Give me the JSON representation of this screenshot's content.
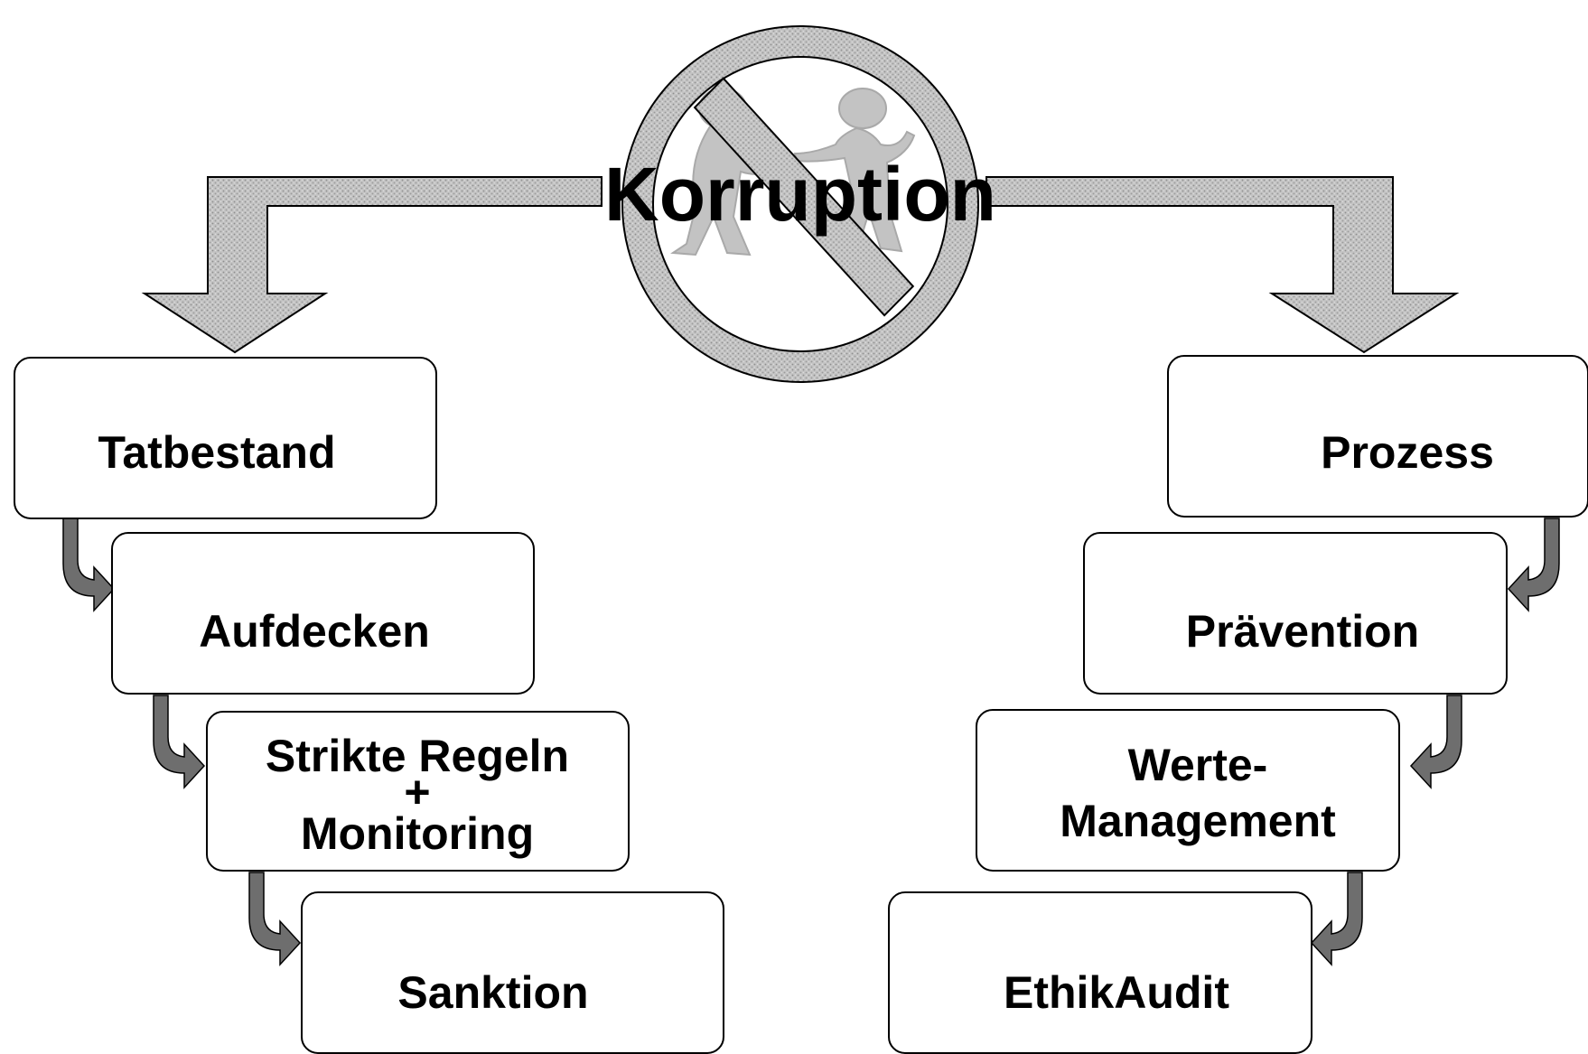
{
  "title": "Korruption",
  "left_column": [
    {
      "label_lines": [
        "Tatbestand"
      ]
    },
    {
      "label_lines": [
        "Aufdecken"
      ]
    },
    {
      "label_lines": [
        "Strikte Regeln",
        "+",
        "Monitoring"
      ]
    },
    {
      "label_lines": [
        "Sanktion"
      ]
    }
  ],
  "right_column": [
    {
      "label_lines": [
        "Prozess"
      ]
    },
    {
      "label_lines": [
        "Prävention"
      ]
    },
    {
      "label_lines": [
        "Werte-",
        "Management"
      ]
    },
    {
      "label_lines": [
        "EthikAudit"
      ]
    }
  ],
  "icons": {
    "center": "no-corruption-prohibition-icon",
    "figures": "handshake-figures-icon"
  },
  "colors": {
    "box_border": "#000000",
    "box_fill": "#ffffff",
    "big_arrow_fill": "#c8c8c8",
    "small_arrow_fill": "#6e6e6e",
    "figure_fill": "#bdbdbd"
  }
}
